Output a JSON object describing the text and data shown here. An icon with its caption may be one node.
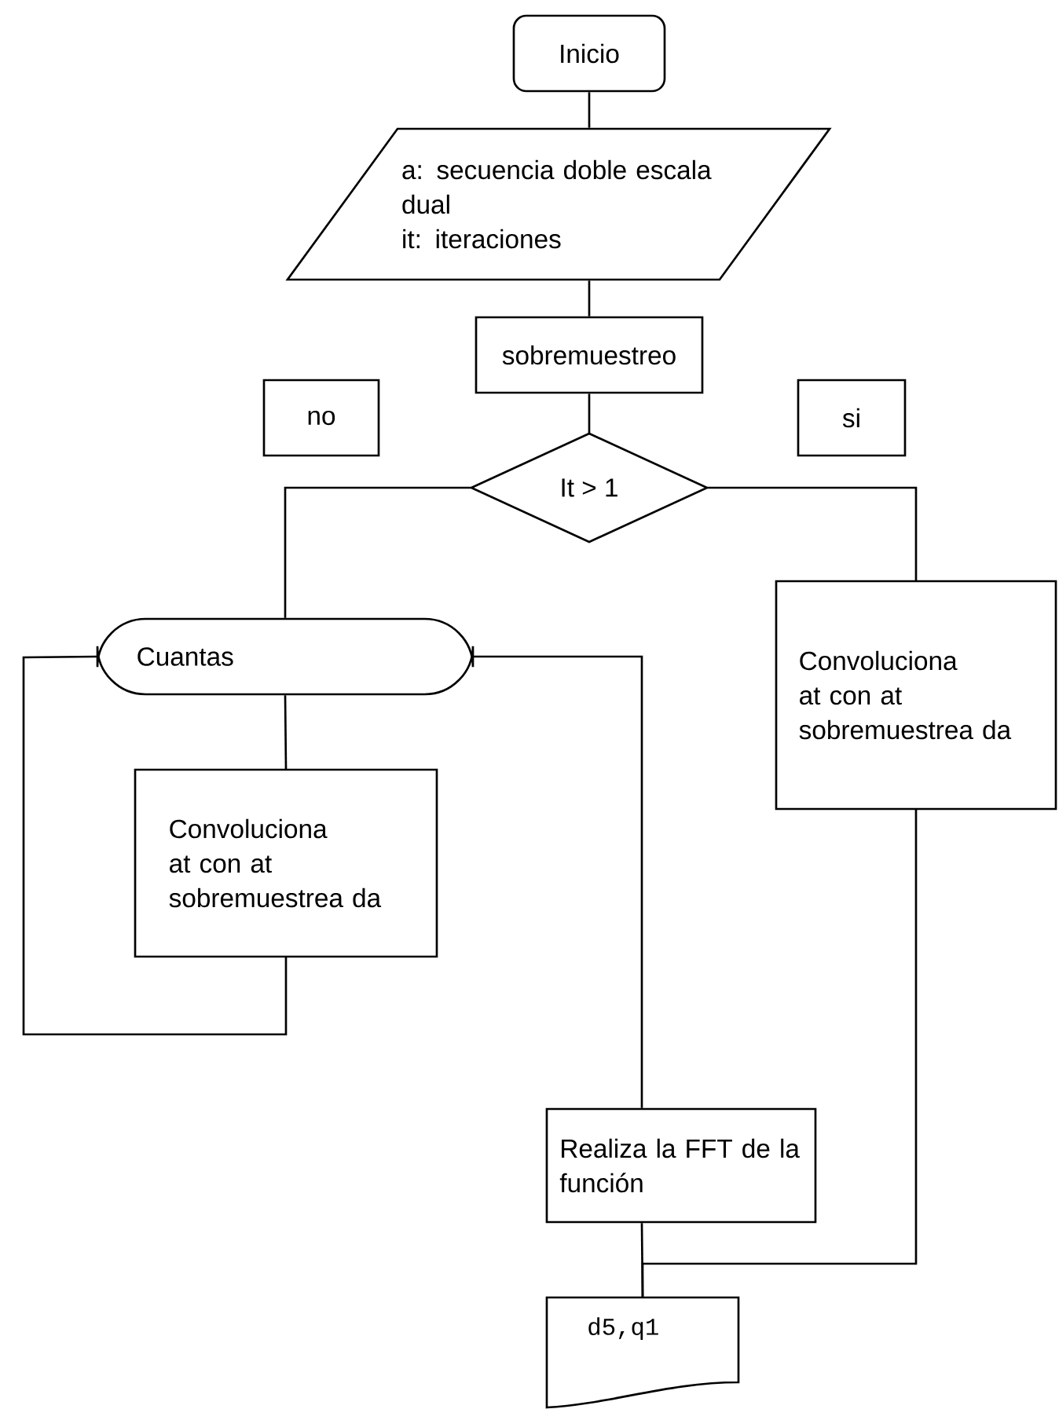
{
  "diagram": {
    "nodes": [
      {
        "text": [
          "Inicio"
        ]
      },
      {
        "text": [
          "a: secuencia doble escala dual",
          "it: iteraciones"
        ]
      },
      {
        "text": [
          "sobremuestreo"
        ]
      },
      {
        "text": [
          "no"
        ]
      },
      {
        "text": [
          "si"
        ]
      },
      {
        "text": [
          "It > 1"
        ]
      },
      {
        "text": [
          "Cuantas"
        ]
      },
      {
        "text": [
          "Convoluciona at con at sobremuestrea da"
        ]
      },
      {
        "text": [
          "Convoluciona at con at sobremuestrea da"
        ]
      },
      {
        "text": [
          "Realiza la FFT de la función"
        ]
      },
      {
        "text": [
          "d5,q1"
        ]
      }
    ],
    "edges": [
      {
        "from": 0,
        "to": 1,
        "arrow": "none"
      },
      {
        "from": 1,
        "to": 2,
        "arrow": "none"
      },
      {
        "from": 2,
        "to": 5,
        "arrow": "none"
      },
      {
        "from": 5,
        "to": 6,
        "arrow": "none"
      },
      {
        "from": 5,
        "to": 8,
        "arrow": "none"
      },
      {
        "from": 6,
        "to": 7,
        "arrow": "none"
      },
      {
        "from": 7,
        "to": 6,
        "arrow": "none"
      },
      {
        "from": 6,
        "to": 9,
        "arrow": "none"
      },
      {
        "from": 9,
        "to": 10,
        "arrow": "none"
      },
      {
        "from": 8,
        "to": 10,
        "arrow": "none"
      }
    ]
  }
}
